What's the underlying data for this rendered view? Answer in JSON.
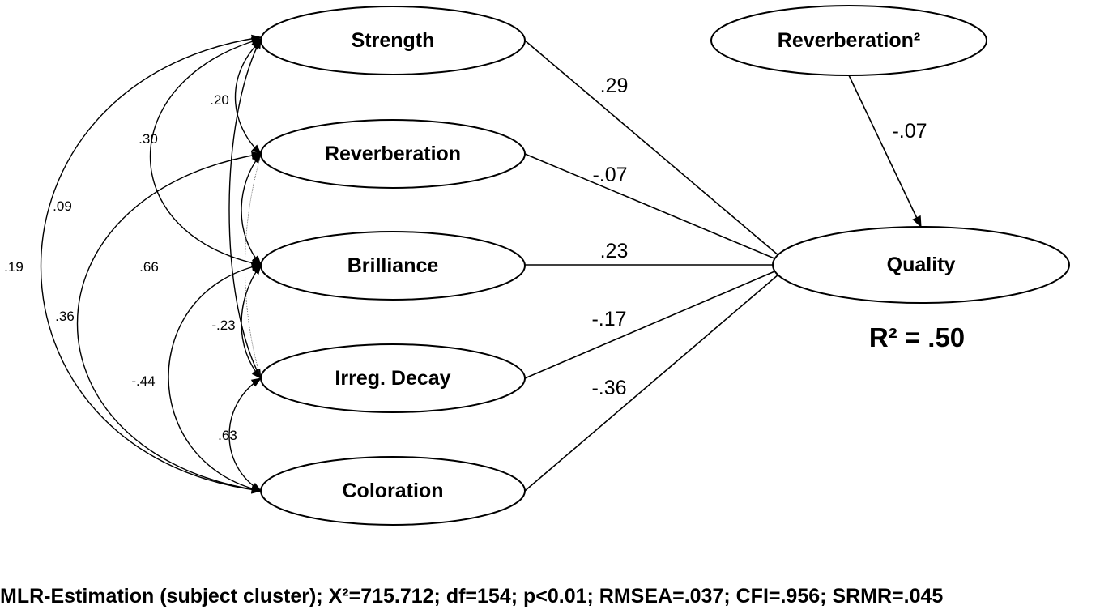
{
  "nodes": {
    "strength": "Strength",
    "reverberation": "Reverberation",
    "brilliance": "Brilliance",
    "irreg_decay": "Irreg. Decay",
    "coloration": "Coloration",
    "reverberation_sq": "Reverberation²",
    "quality": "Quality"
  },
  "paths": {
    "strength_quality": ".29",
    "reverberation_quality": "-.07",
    "brilliance_quality": ".23",
    "irreg_decay_quality": "-.17",
    "coloration_quality": "-.36",
    "reverberation_sq_quality": "-.07"
  },
  "covariances": {
    "strength_reverberation": ".20",
    "strength_brilliance": ".30",
    "strength_irreg_decay": ".09",
    "strength_coloration": ".19",
    "reverberation_brilliance": ".66",
    "reverberation_coloration": ".36",
    "brilliance_irreg_decay": "-.23",
    "brilliance_coloration": "-.44",
    "irreg_decay_coloration": ".63"
  },
  "r_squared": "R² = .50",
  "fit_statistics": "MLR-Estimation (subject cluster); X²=715.712; df=154; p<0.01; RMSEA=.037; CFI=.956; SRMR=.045"
}
